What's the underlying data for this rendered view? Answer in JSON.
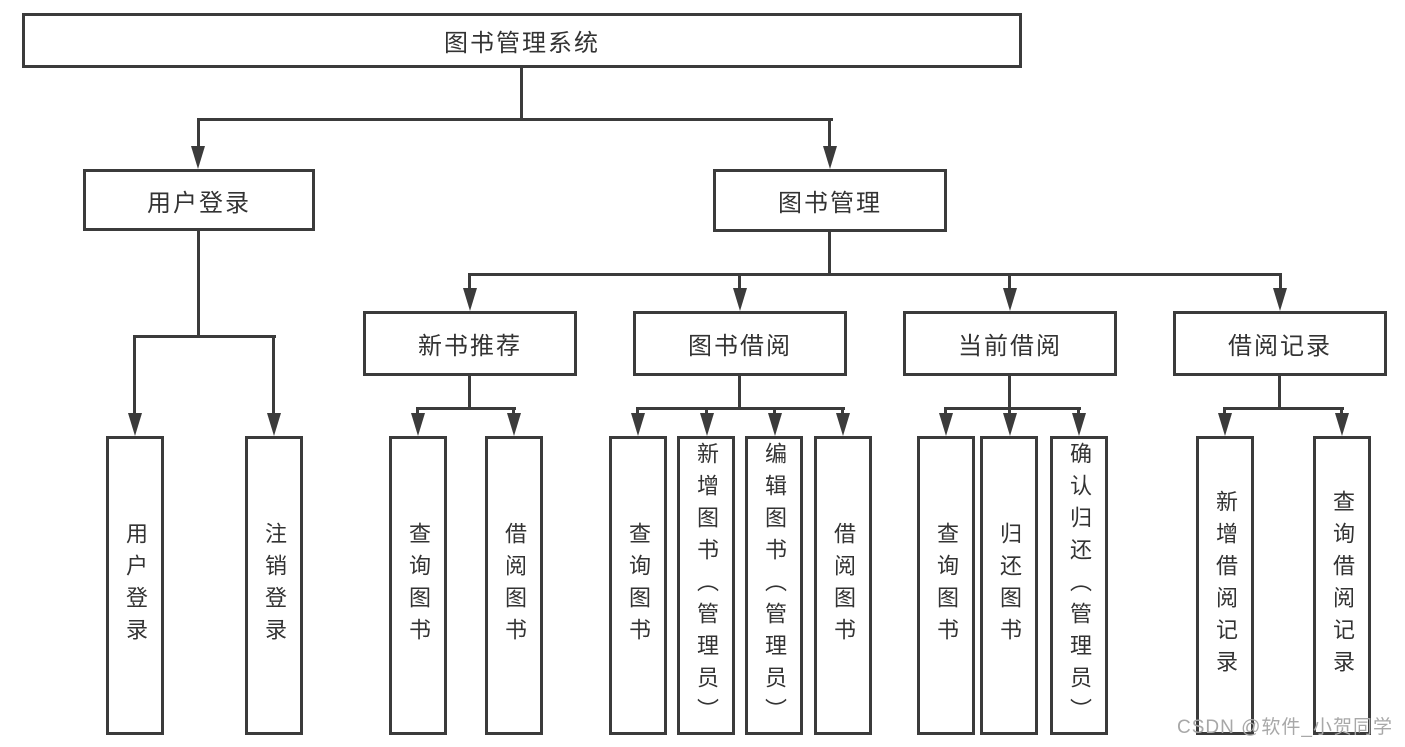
{
  "nodes": {
    "root": "图书管理系统",
    "user_login": "用户登录",
    "book_mgmt": "图书管理",
    "new_book_rec": "新书推荐",
    "book_borrow": "图书借阅",
    "current_borrow": "当前借阅",
    "borrow_records": "借阅记录",
    "leaf_user_login": "用户登录",
    "leaf_logout": "注销登录",
    "leaf_query_book_rec": "查询图书",
    "leaf_borrow_book_rec": "借阅图书",
    "leaf_query_book_borrow": "查询图书",
    "leaf_add_book": "新增图书（管理员）",
    "leaf_edit_book": "编辑图书（管理员）",
    "leaf_borrow_book_borrow": "借阅图书",
    "leaf_query_book_current": "查询图书",
    "leaf_return_book": "归还图书",
    "leaf_confirm_return": "确认归还（管理员）",
    "leaf_add_record": "新增借阅记录",
    "leaf_query_record": "查询借阅记录"
  },
  "hierarchy": {
    "图书管理系统": {
      "用户登录": [
        "用户登录",
        "注销登录"
      ],
      "图书管理": {
        "新书推荐": [
          "查询图书",
          "借阅图书"
        ],
        "图书借阅": [
          "查询图书",
          "新增图书（管理员）",
          "编辑图书（管理员）",
          "借阅图书"
        ],
        "当前借阅": [
          "查询图书",
          "归还图书",
          "确认归还（管理员）"
        ],
        "借阅记录": [
          "新增借阅记录",
          "查询借阅记录"
        ]
      }
    }
  },
  "watermark": "CSDN @软件_小贺同学",
  "colors": {
    "line": "#3b3b3b",
    "text": "#333333",
    "watermark": "#a8a8a8",
    "background": "#ffffff"
  }
}
